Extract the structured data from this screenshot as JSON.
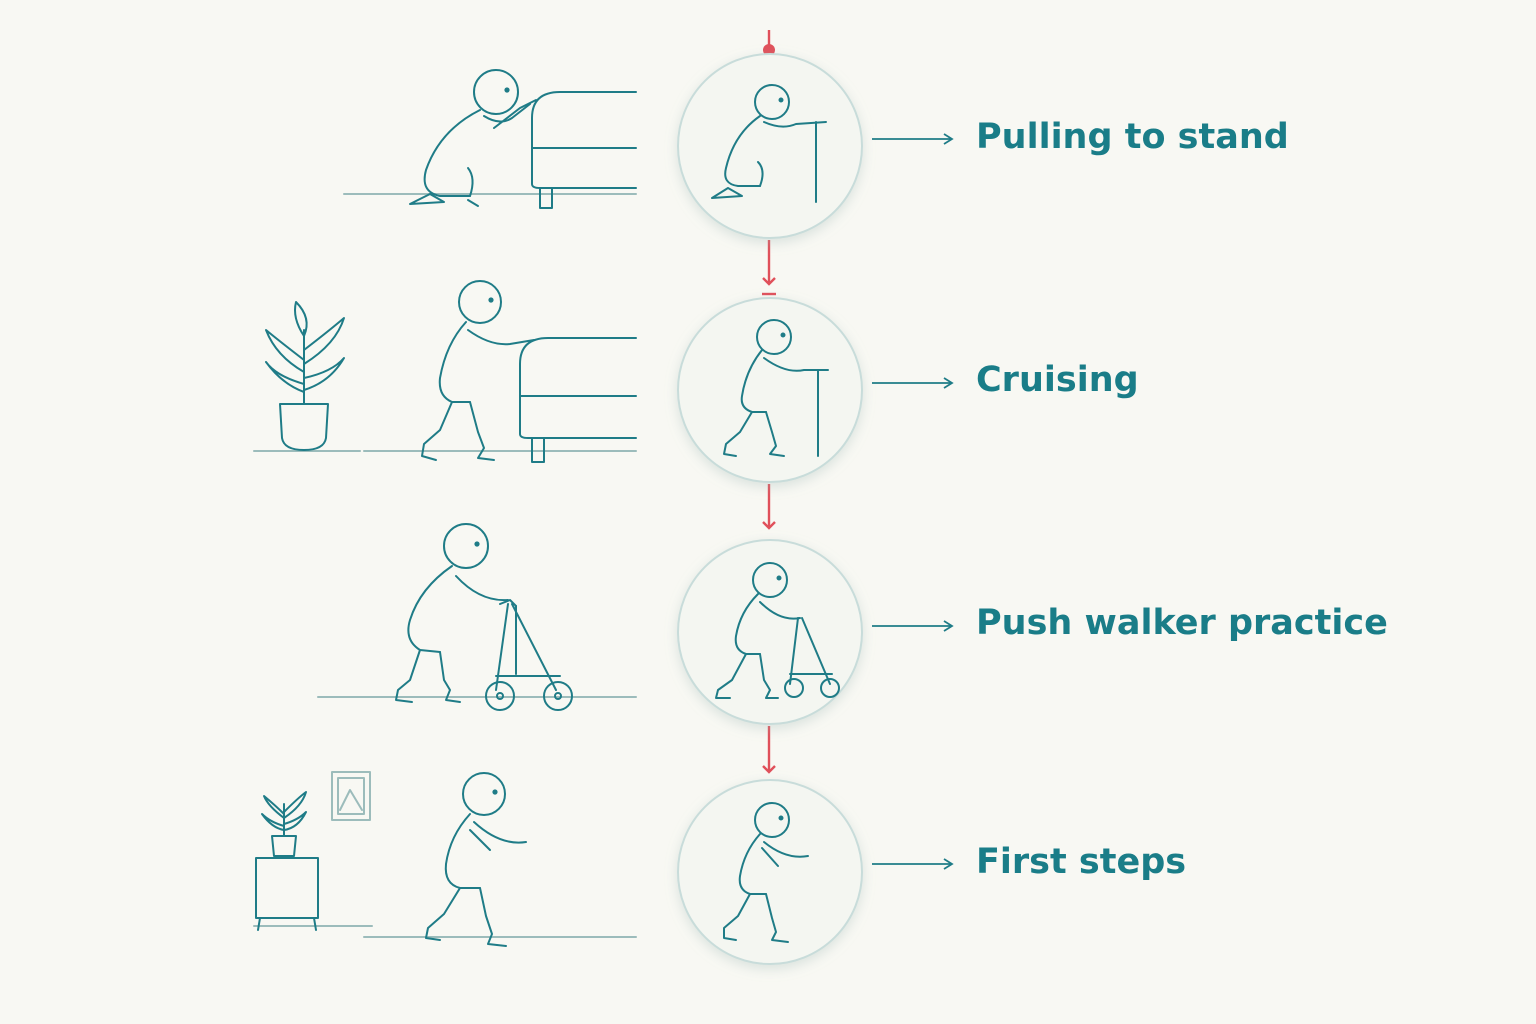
{
  "colors": {
    "background": "#f8f8f3",
    "line_art": "#1f7c87",
    "label_text": "#1a7d88",
    "timeline_arrow": "#e0505a",
    "circle_fill": "#f4f6f1",
    "circle_stroke": "#c8dcda"
  },
  "stages": [
    {
      "label": "Pulling to stand",
      "illustration": "baby-pulling-up-on-sofa-icon"
    },
    {
      "label": "Cruising",
      "illustration": "baby-cruising-along-sofa-icon"
    },
    {
      "label": "Push walker practice",
      "illustration": "baby-with-push-walker-icon"
    },
    {
      "label": "First steps",
      "illustration": "baby-walking-icon"
    }
  ]
}
